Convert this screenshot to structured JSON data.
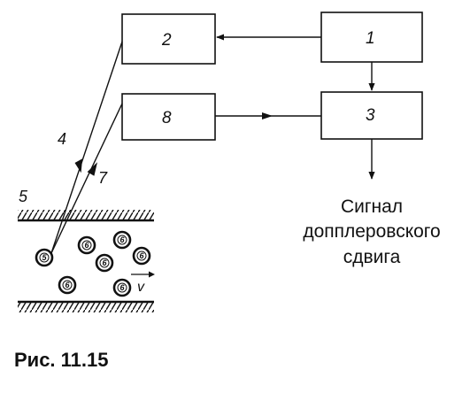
{
  "blocks": {
    "b1": "1",
    "b2": "2",
    "b3": "3",
    "b8": "8"
  },
  "labels": {
    "l4": "4",
    "l5": "5",
    "l7": "7"
  },
  "signal_lines": [
    "Сигнал",
    "допплеровского",
    "сдвига"
  ],
  "cells": [
    "5",
    "6",
    "6",
    "6",
    "6",
    "6",
    "6"
  ],
  "velocity_label": "v",
  "caption": "Рис. 11.15",
  "colors": {
    "ink": "#111111",
    "background": "#ffffff"
  }
}
